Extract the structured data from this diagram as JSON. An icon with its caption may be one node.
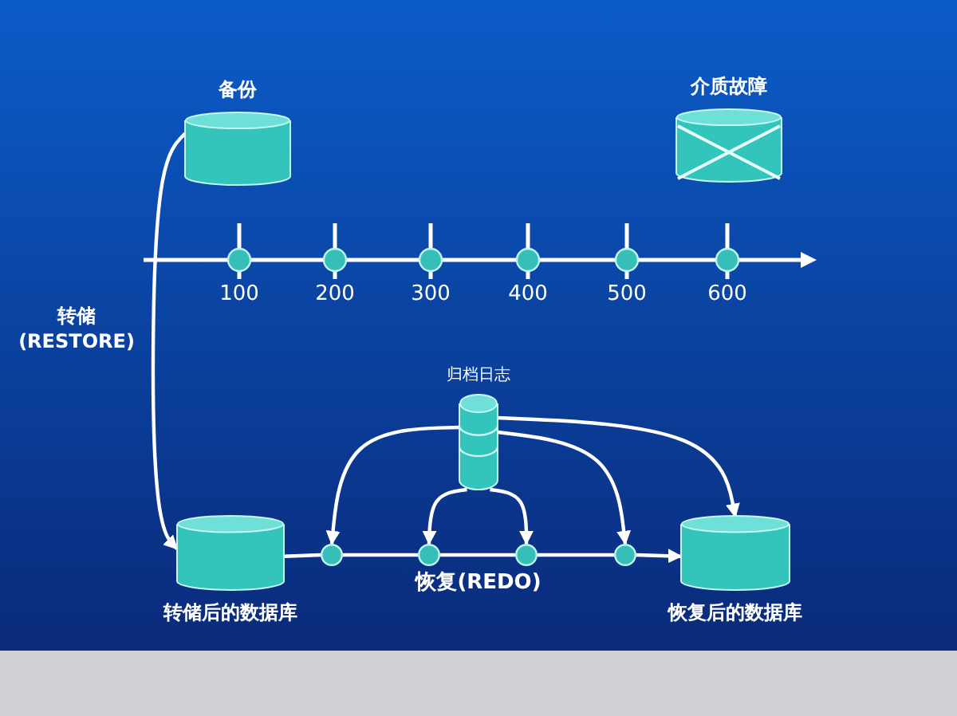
{
  "diagram": {
    "nodes": [
      {
        "text": [
          "备份"
        ]
      },
      {
        "text": [
          "介质故障"
        ]
      },
      {
        "text": [
          "转储后的数据库"
        ]
      },
      {
        "text": [
          "归档日志"
        ]
      },
      {
        "text": [
          "恢复后的数据库"
        ]
      },
      {
        "text": [],
        "shape": "circle"
      },
      {
        "text": [],
        "shape": "circle"
      },
      {
        "text": [],
        "shape": "circle"
      },
      {
        "text": [],
        "shape": "circle"
      }
    ],
    "edges": [
      {
        "from": 0,
        "to": 2,
        "arrow": "to",
        "label": "转储 (RESTORE)"
      },
      {
        "from": 2,
        "to": 5,
        "arrow": "none"
      },
      {
        "from": 5,
        "to": 6,
        "arrow": "none"
      },
      {
        "from": 6,
        "to": 7,
        "arrow": "none"
      },
      {
        "from": 7,
        "to": 8,
        "arrow": "none"
      },
      {
        "from": 8,
        "to": 4,
        "arrow": "to"
      },
      {
        "from": 3,
        "to": 5,
        "arrow": "to"
      },
      {
        "from": 3,
        "to": 6,
        "arrow": "to"
      },
      {
        "from": 3,
        "to": 7,
        "arrow": "to"
      },
      {
        "from": 3,
        "to": 8,
        "arrow": "to"
      },
      {
        "from": 3,
        "to": 4,
        "arrow": "to"
      }
    ],
    "labels": [
      "100",
      "200",
      "300",
      "400",
      "500",
      "600",
      "恢复(REDO)"
    ]
  }
}
